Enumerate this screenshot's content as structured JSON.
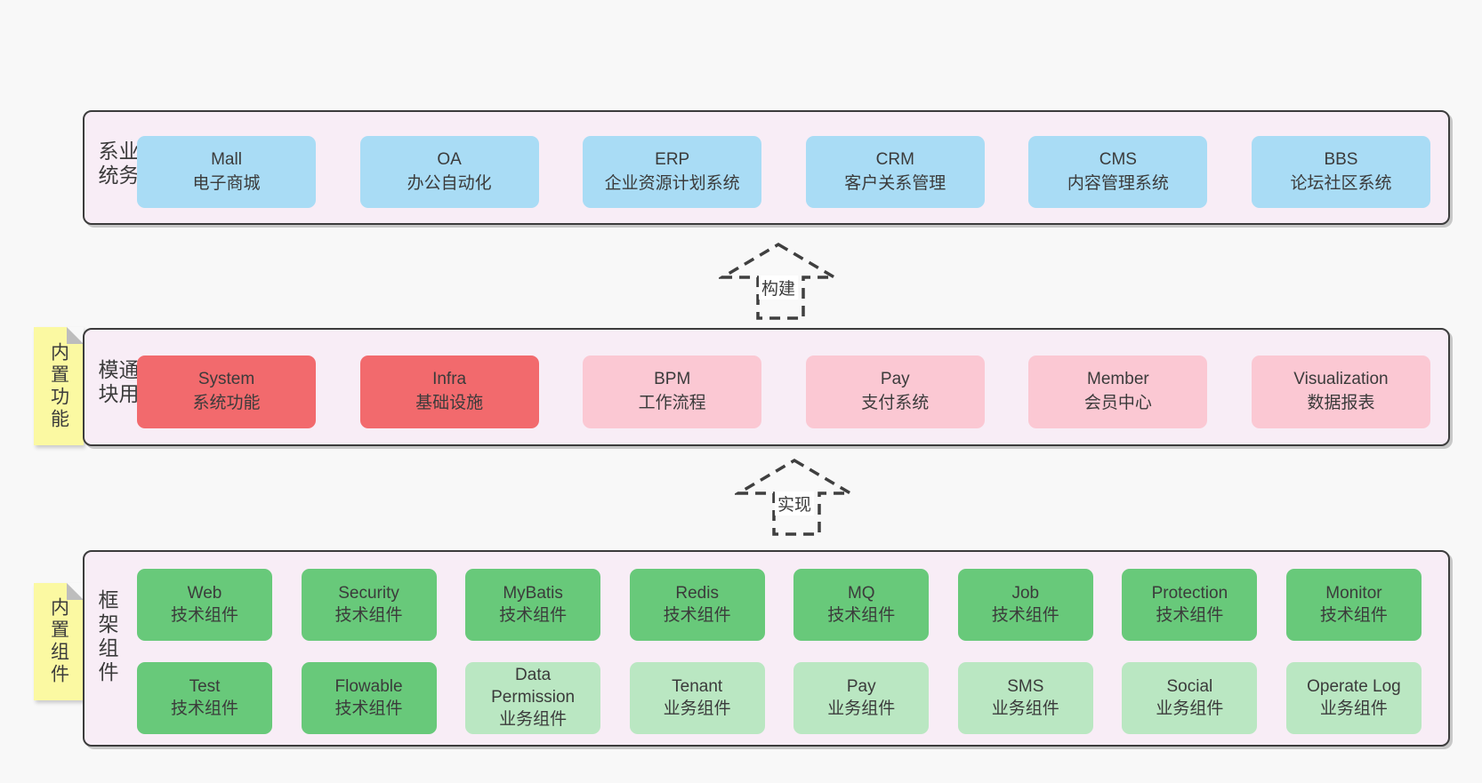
{
  "colors": {
    "page_bg": "#f8f8f8",
    "panel_bg": "#f8edf6",
    "panel_border": "#3c3c3c",
    "blue_box": "#a9dcf5",
    "red_box": "#f26a6d",
    "pink_box": "#fbc8d3",
    "green_box": "#68c97a",
    "light_green_box": "#bae7c2",
    "sticky_yellow": "#fbf9a2",
    "text": "#3b3b3b"
  },
  "arrows": [
    {
      "label": "构建"
    },
    {
      "label": "实现"
    }
  ],
  "layers": [
    {
      "id": "business-systems",
      "label": "业务系统",
      "boxes": [
        {
          "title": "Mall",
          "subtitle": "电子商城"
        },
        {
          "title": "OA",
          "subtitle": "办公自动化"
        },
        {
          "title": "ERP",
          "subtitle": "企业资源计划系统"
        },
        {
          "title": "CRM",
          "subtitle": "客户关系管理"
        },
        {
          "title": "CMS",
          "subtitle": "内容管理系统"
        },
        {
          "title": "BBS",
          "subtitle": "论坛社区系统"
        }
      ]
    },
    {
      "id": "common-modules",
      "label": "通用模块",
      "sticky": "内置功能",
      "boxes": [
        {
          "title": "System",
          "subtitle": "系统功能"
        },
        {
          "title": "Infra",
          "subtitle": "基础设施"
        },
        {
          "title": "BPM",
          "subtitle": "工作流程"
        },
        {
          "title": "Pay",
          "subtitle": "支付系统"
        },
        {
          "title": "Member",
          "subtitle": "会员中心"
        },
        {
          "title": "Visualization",
          "subtitle": "数据报表"
        }
      ]
    },
    {
      "id": "framework-components",
      "label": "框架组件",
      "sticky": "内置组件",
      "rows": [
        [
          {
            "title": "Web",
            "subtitle": "技术组件"
          },
          {
            "title": "Security",
            "subtitle": "技术组件"
          },
          {
            "title": "MyBatis",
            "subtitle": "技术组件"
          },
          {
            "title": "Redis",
            "subtitle": "技术组件"
          },
          {
            "title": "MQ",
            "subtitle": "技术组件"
          },
          {
            "title": "Job",
            "subtitle": "技术组件"
          },
          {
            "title": "Protection",
            "subtitle": "技术组件"
          },
          {
            "title": "Monitor",
            "subtitle": "技术组件"
          }
        ],
        [
          {
            "title": "Test",
            "subtitle": "技术组件"
          },
          {
            "title": "Flowable",
            "subtitle": "技术组件"
          },
          {
            "title": "Data Permission",
            "subtitle": "业务组件"
          },
          {
            "title": "Tenant",
            "subtitle": "业务组件"
          },
          {
            "title": "Pay",
            "subtitle": "业务组件"
          },
          {
            "title": "SMS",
            "subtitle": "业务组件"
          },
          {
            "title": "Social",
            "subtitle": "业务组件"
          },
          {
            "title": "Operate Log",
            "subtitle": "业务组件"
          }
        ]
      ]
    }
  ]
}
